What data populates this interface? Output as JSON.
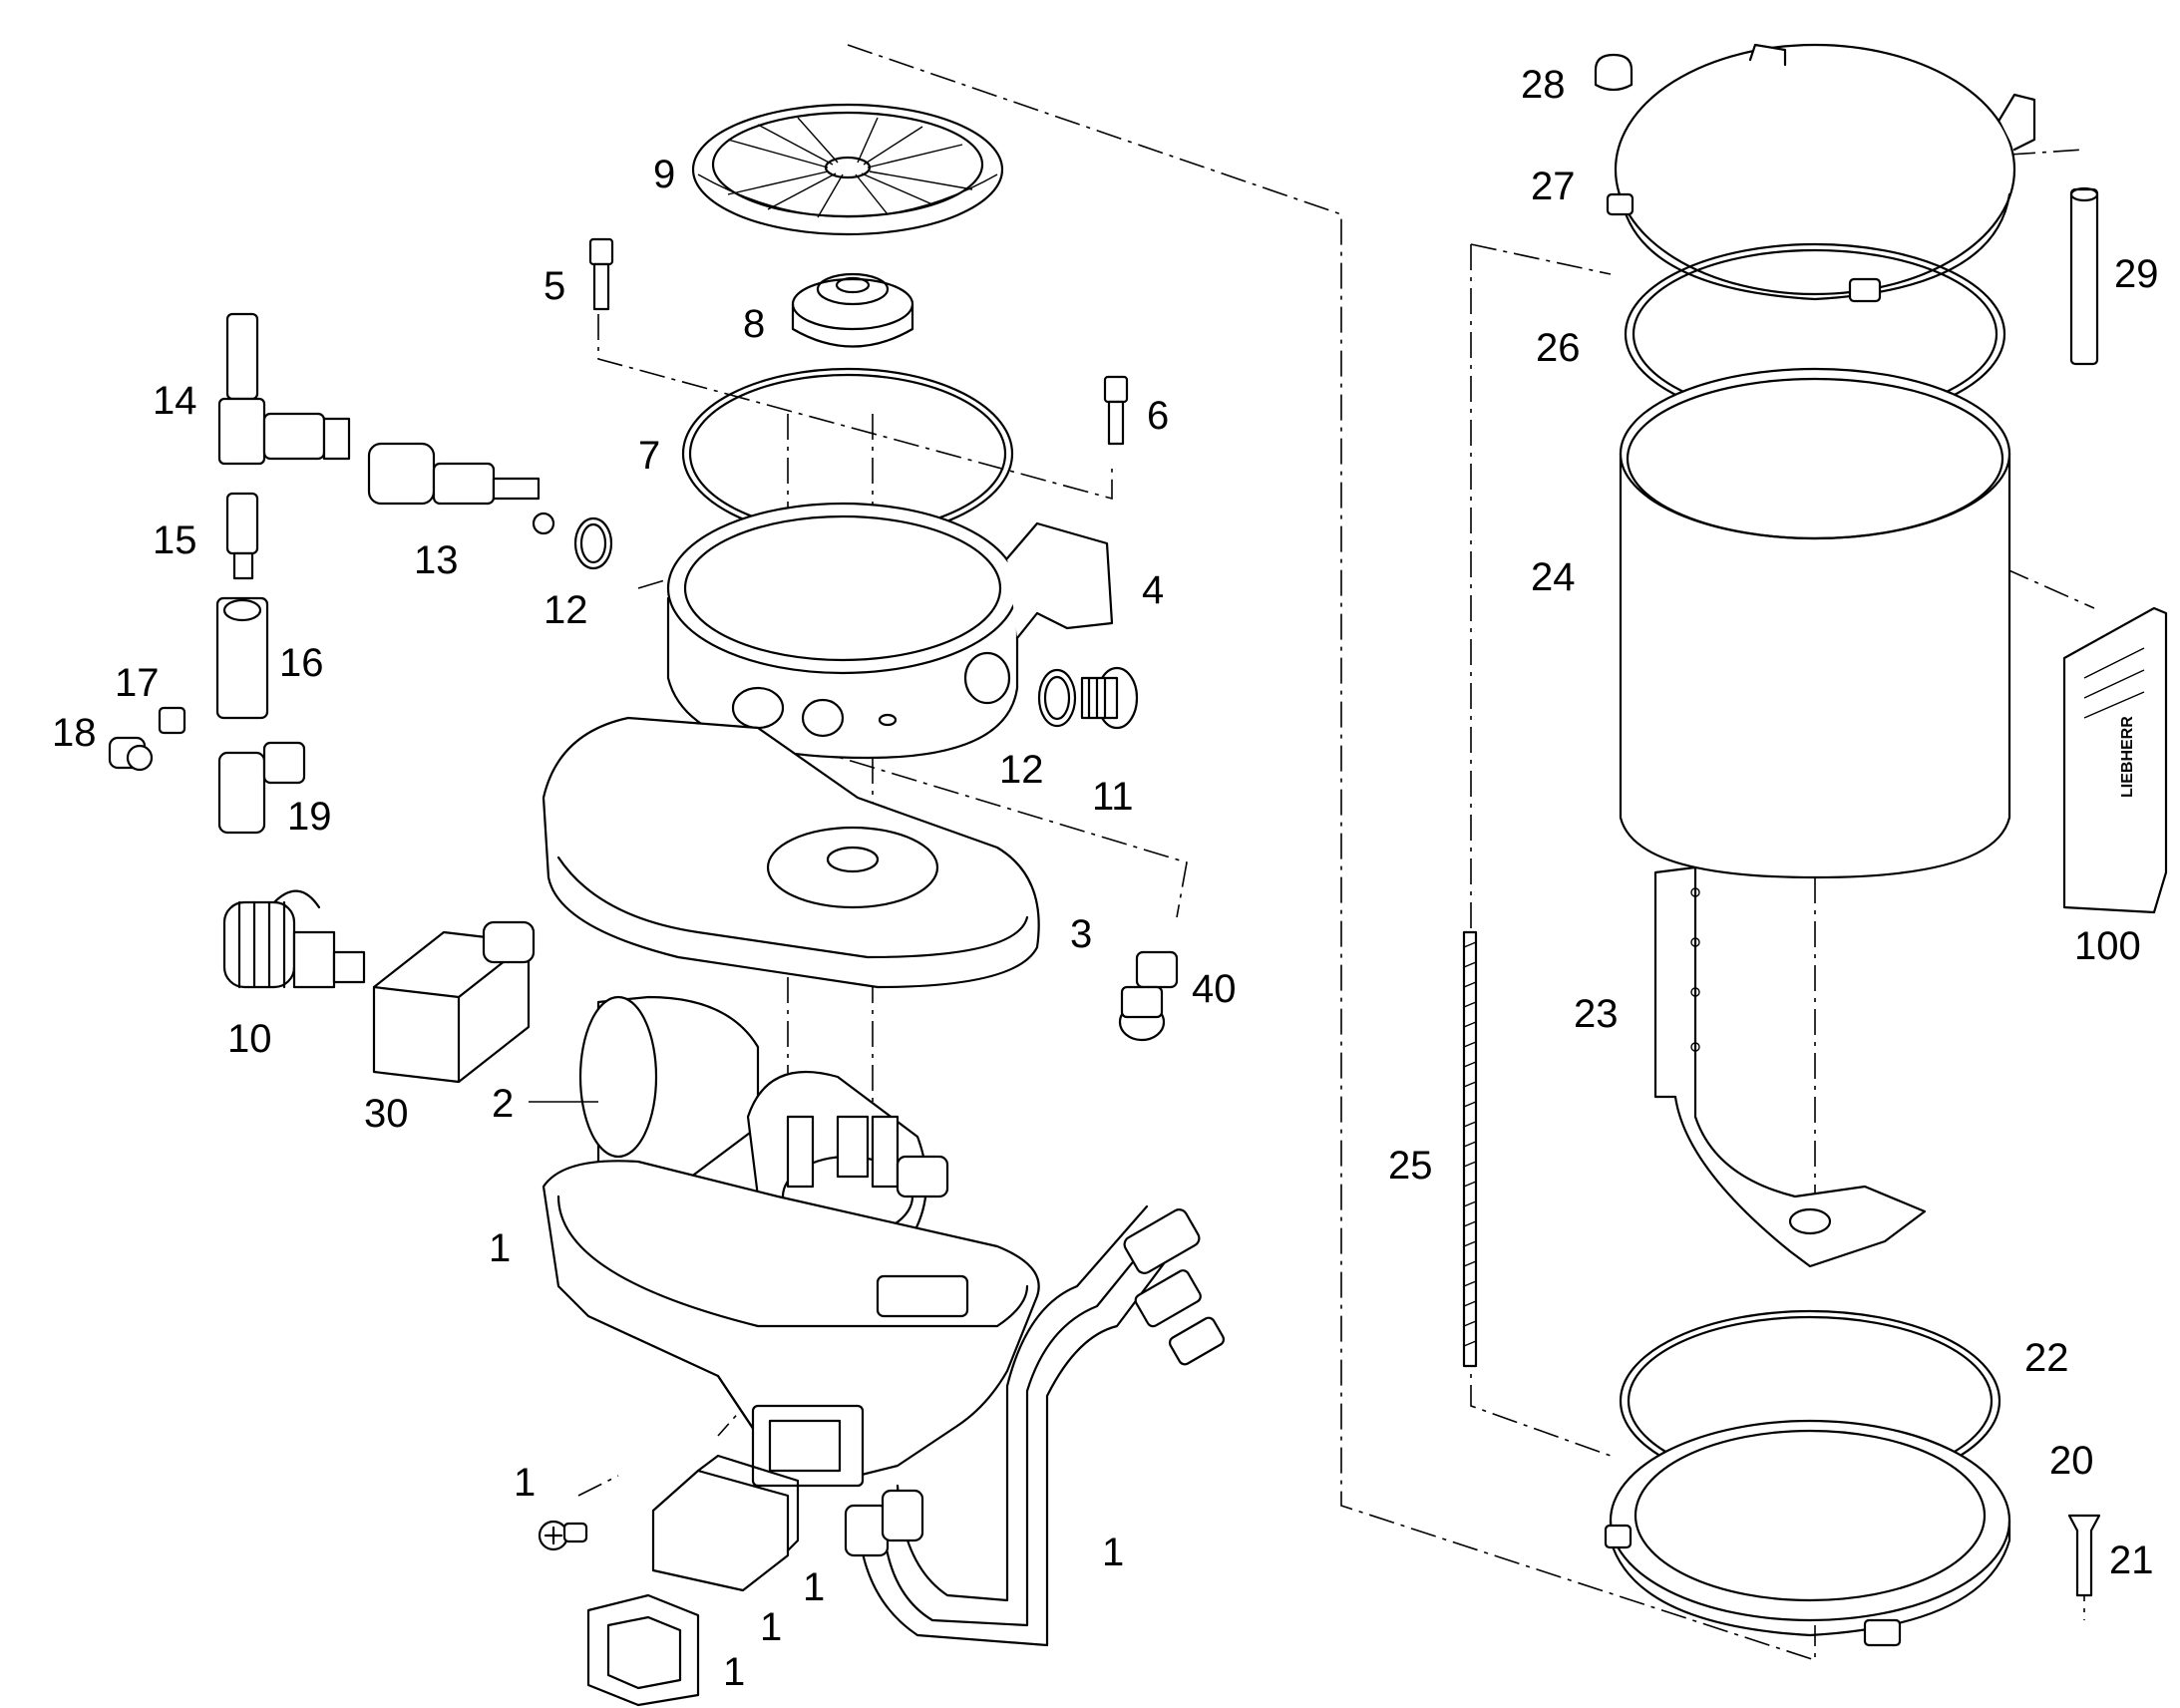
{
  "callouts": {
    "c1a": "1",
    "c1b": "1",
    "c1c": "1",
    "c1d": "1",
    "c1e": "1",
    "c1f": "1",
    "c2": "2",
    "c3": "3",
    "c4": "4",
    "c5": "5",
    "c6": "6",
    "c7": "7",
    "c8": "8",
    "c9": "9",
    "c10": "10",
    "c11": "11",
    "c12a": "12",
    "c12b": "12",
    "c13": "13",
    "c14": "14",
    "c15": "15",
    "c16": "16",
    "c17": "17",
    "c18": "18",
    "c19": "19",
    "c20": "20",
    "c21": "21",
    "c22": "22",
    "c23": "23",
    "c24": "24",
    "c25": "25",
    "c26": "26",
    "c27": "27",
    "c28": "28",
    "c29": "29",
    "c30": "30",
    "c40": "40",
    "c100": "100"
  },
  "label_plate": {
    "brand": "LIEBHERR"
  }
}
